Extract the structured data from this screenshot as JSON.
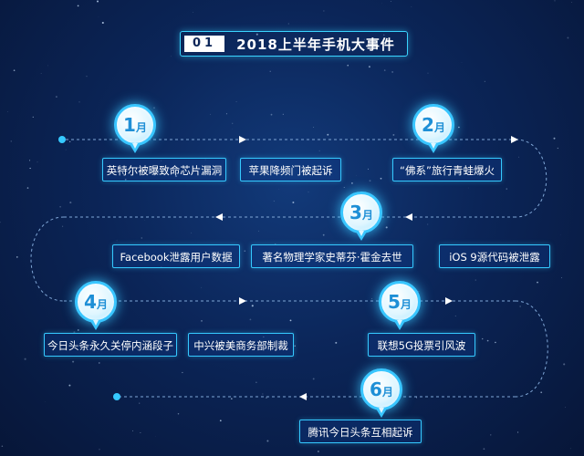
{
  "header": {
    "number": "01",
    "title": "2018上半年手机大事件"
  },
  "months": [
    {
      "num": "1",
      "unit": "月"
    },
    {
      "num": "2",
      "unit": "月"
    },
    {
      "num": "3",
      "unit": "月"
    },
    {
      "num": "4",
      "unit": "月"
    },
    {
      "num": "5",
      "unit": "月"
    },
    {
      "num": "6",
      "unit": "月"
    }
  ],
  "events": [
    "英特尔被曝致命芯片漏洞",
    "苹果降频门被起诉",
    "“佛系”旅行青蛙爆火",
    "Facebook泄露用户数据",
    "著名物理学家史蒂芬·霍金去世",
    "iOS 9源代码被泄露",
    "今日头条永久关停内涵段子",
    "中兴被美商务部制裁",
    "联想5G投票引风波",
    "腾讯今日头条互相起诉"
  ],
  "colors": {
    "accent": "#35c9ff",
    "background": "#0b2558"
  }
}
